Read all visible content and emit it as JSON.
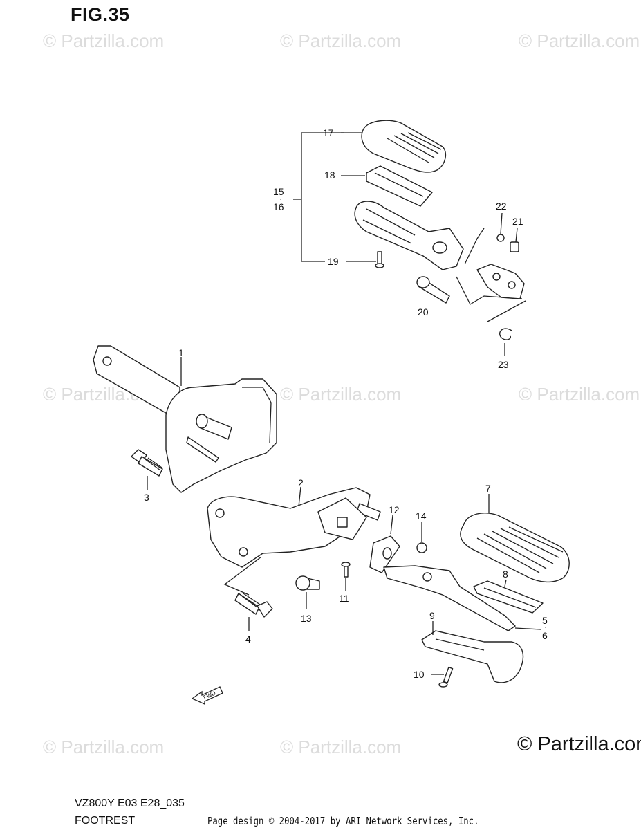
{
  "figure": {
    "title": "FIG.35",
    "model_code": "VZ800Y E03 E28_035",
    "section_name": "FOOTREST",
    "copyright": "Page design © 2004-2017 by ARI Network Services, Inc."
  },
  "watermarks": {
    "small_text": "© Partzilla.com",
    "large_text": "© Partzilla.com"
  },
  "callouts": {
    "c1": "1",
    "c2": "2",
    "c3": "3",
    "c4": "4",
    "c5": "5",
    "c6": "6",
    "c7": "7",
    "c8": "8",
    "c9": "9",
    "c10": "10",
    "c11": "11",
    "c12": "12",
    "c13": "13",
    "c14": "14",
    "c15": "15",
    "c16": "16",
    "c17": "17",
    "c18": "18",
    "c19": "19",
    "c20": "20",
    "c21": "21",
    "c22": "22",
    "c23": "23"
  },
  "fwd_label": "FWD"
}
